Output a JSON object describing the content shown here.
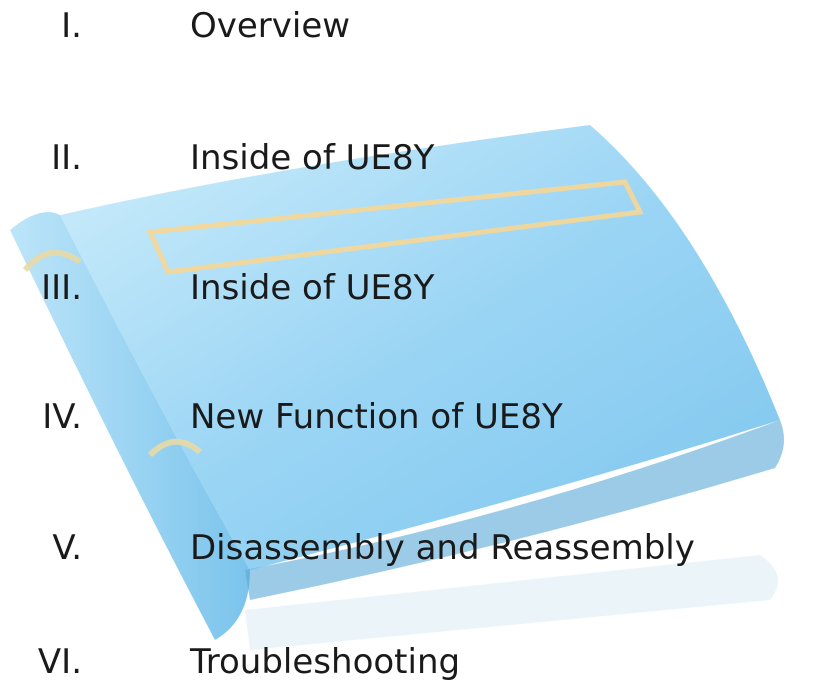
{
  "toc": {
    "items": [
      {
        "numeral": "I.",
        "title": "Overview"
      },
      {
        "numeral": "II.",
        "title": "Inside of UE8Y"
      },
      {
        "numeral": "III.",
        "title": "Inside of UE8Y"
      },
      {
        "numeral": "IV.",
        "title": "New Function of UE8Y"
      },
      {
        "numeral": "V.",
        "title": "Disassembly and Reassembly"
      },
      {
        "numeral": "VI.",
        "title": "Troubleshooting"
      }
    ]
  },
  "colors": {
    "book_cover": "#7fc7f0",
    "book_cover_light": "#bfe6fa",
    "book_spine": "#5fb4e8",
    "label_frame": "#f2d79a",
    "text": "#1a1a1a"
  },
  "icons": [
    "book-icon"
  ]
}
